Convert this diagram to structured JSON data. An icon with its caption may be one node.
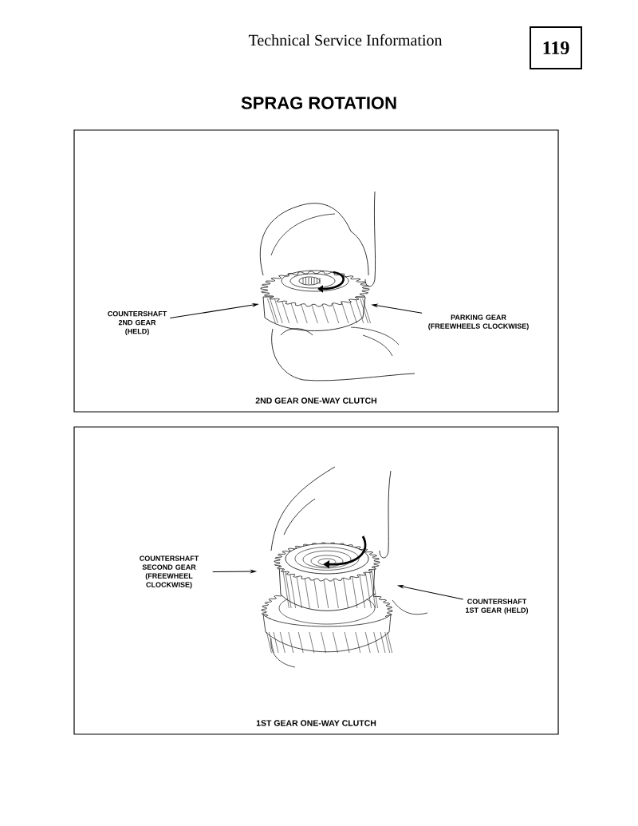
{
  "diagram": {
    "title": "SPRAG ROTATION",
    "nodes": [
      {
        "text": [
          "2ND GEAR ONE-WAY CLUTCH"
        ]
      },
      {
        "text": [
          "COUNTERSHAFT 2ND GEAR (HELD)"
        ],
        "in": 0
      },
      {
        "text": [],
        "shape": "picture",
        "in": 0
      },
      {
        "text": [
          "PARKING GEAR (FREEWHEELS CLOCKWISE)"
        ],
        "in": 0
      },
      {
        "text": [
          "1ST GEAR ONE-WAY CLUTCH"
        ]
      },
      {
        "text": [
          "COUNTERSHAFT SECOND GEAR (FREEWHEEL CLOCKWISE)"
        ],
        "in": 4
      },
      {
        "text": [],
        "shape": "picture",
        "in": 4
      },
      {
        "text": [
          "COUNTERSHAFT 1ST GEAR (HELD)"
        ],
        "in": 4
      }
    ],
    "edges": [
      {
        "from": 1,
        "to": 2,
        "arrow": "to"
      },
      {
        "from": 3,
        "to": 2,
        "arrow": "to"
      },
      {
        "from": 5,
        "to": 6,
        "arrow": "to"
      },
      {
        "from": 7,
        "to": 6,
        "arrow": "to"
      }
    ],
    "labels": [
      "Technical Service Information",
      "119"
    ]
  }
}
